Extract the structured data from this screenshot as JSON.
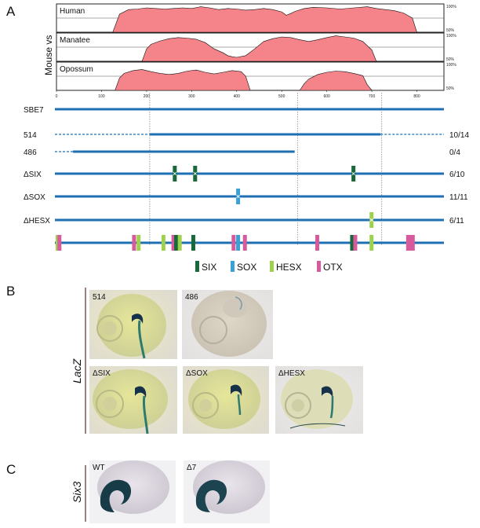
{
  "panels": {
    "a": "A",
    "b": "B",
    "c": "C"
  },
  "panel_a": {
    "ylabel": "Mouse vs",
    "tracks": [
      {
        "name": "Human",
        "pct_top": "100%",
        "pct_bottom": "50%",
        "profile": [
          [
            125,
            50
          ],
          [
            140,
            82
          ],
          [
            160,
            90
          ],
          [
            180,
            91
          ],
          [
            200,
            93
          ],
          [
            220,
            92
          ],
          [
            240,
            91
          ],
          [
            260,
            92
          ],
          [
            280,
            93
          ],
          [
            300,
            92
          ],
          [
            320,
            95
          ],
          [
            340,
            93
          ],
          [
            360,
            90
          ],
          [
            380,
            92
          ],
          [
            400,
            91
          ],
          [
            420,
            89
          ],
          [
            440,
            90
          ],
          [
            460,
            92
          ],
          [
            480,
            90
          ],
          [
            500,
            86
          ],
          [
            510,
            80
          ],
          [
            520,
            83
          ],
          [
            530,
            87
          ],
          [
            550,
            92
          ],
          [
            570,
            94
          ],
          [
            600,
            93
          ],
          [
            630,
            91
          ],
          [
            660,
            93
          ],
          [
            690,
            95
          ],
          [
            710,
            92
          ],
          [
            730,
            90
          ],
          [
            750,
            88
          ],
          [
            770,
            84
          ],
          [
            790,
            75
          ],
          [
            800,
            50
          ]
        ]
      },
      {
        "name": "Manatee",
        "pct_top": "100%",
        "pct_bottom": "50%",
        "profile": [
          [
            190,
            50
          ],
          [
            200,
            72
          ],
          [
            210,
            80
          ],
          [
            230,
            86
          ],
          [
            250,
            90
          ],
          [
            270,
            92
          ],
          [
            290,
            91
          ],
          [
            310,
            89
          ],
          [
            330,
            83
          ],
          [
            350,
            72
          ],
          [
            370,
            65
          ],
          [
            380,
            60
          ],
          [
            390,
            58
          ],
          [
            400,
            57
          ],
          [
            420,
            60
          ],
          [
            440,
            72
          ],
          [
            460,
            85
          ],
          [
            480,
            90
          ],
          [
            500,
            93
          ],
          [
            520,
            92
          ],
          [
            540,
            88
          ],
          [
            560,
            85
          ],
          [
            580,
            88
          ],
          [
            600,
            92
          ],
          [
            620,
            95
          ],
          [
            640,
            93
          ],
          [
            660,
            91
          ],
          [
            680,
            85
          ],
          [
            700,
            70
          ],
          [
            710,
            50
          ]
        ]
      },
      {
        "name": "Opossum",
        "pct_top": "100%",
        "pct_bottom": "50%",
        "profile": [
          [
            130,
            50
          ],
          [
            140,
            72
          ],
          [
            150,
            80
          ],
          [
            170,
            85
          ],
          [
            190,
            87
          ],
          [
            210,
            83
          ],
          [
            230,
            80
          ],
          [
            250,
            78
          ],
          [
            270,
            80
          ],
          [
            290,
            84
          ],
          [
            310,
            86
          ],
          [
            330,
            82
          ],
          [
            350,
            79
          ],
          [
            370,
            82
          ],
          [
            390,
            85
          ],
          [
            410,
            83
          ],
          [
            420,
            75
          ],
          [
            430,
            50
          ],
          [
            440,
            50
          ],
          [
            460,
            50
          ],
          [
            480,
            50
          ],
          [
            500,
            50
          ],
          [
            520,
            50
          ],
          [
            540,
            50
          ],
          [
            550,
            62
          ],
          [
            560,
            70
          ],
          [
            580,
            78
          ],
          [
            600,
            82
          ],
          [
            620,
            84
          ],
          [
            640,
            83
          ],
          [
            660,
            80
          ],
          [
            680,
            76
          ],
          [
            690,
            60
          ],
          [
            700,
            50
          ]
        ]
      }
    ],
    "axis_ticks": [
      0,
      100,
      200,
      300,
      400,
      500,
      600,
      700,
      800
    ],
    "axis_max": 860,
    "constructs": [
      {
        "label": "SBE7",
        "ratio": "",
        "solid": [
          [
            0,
            860
          ]
        ],
        "dashed": []
      },
      {
        "label": "514",
        "ratio": "10/14",
        "solid": [
          [
            210,
            720
          ]
        ],
        "dashed": [
          [
            0,
            210
          ],
          [
            720,
            860
          ]
        ]
      },
      {
        "label": "486",
        "ratio": "0/4",
        "solid": [
          [
            40,
            530
          ]
        ],
        "dashed": [
          [
            0,
            40
          ]
        ]
      },
      {
        "label": "ΔSIX",
        "ratio": "6/10",
        "solid": [
          [
            0,
            860
          ]
        ],
        "dashed": [],
        "sites": [
          {
            "pos": 265,
            "type": "SIX",
            "mut": true
          },
          {
            "pos": 310,
            "type": "SIX",
            "mut": true
          },
          {
            "pos": 660,
            "type": "SIX",
            "mut": true
          }
        ]
      },
      {
        "label": "ΔSOX",
        "ratio": "11/11",
        "solid": [
          [
            0,
            860
          ]
        ],
        "dashed": [],
        "sites": [
          {
            "pos": 405,
            "type": "SOX",
            "mut": true
          }
        ]
      },
      {
        "label": "ΔHESX",
        "ratio": "6/11",
        "solid": [
          [
            0,
            860
          ]
        ],
        "dashed": [],
        "sites": [
          {
            "pos": 700,
            "type": "HESX",
            "mut": true
          }
        ]
      },
      {
        "label": "",
        "ratio": "",
        "solid": [
          [
            0,
            860
          ]
        ],
        "dashed": [],
        "sites": [
          {
            "pos": 6,
            "type": "HESX"
          },
          {
            "pos": 10,
            "type": "OTX"
          },
          {
            "pos": 175,
            "type": "OTX"
          },
          {
            "pos": 185,
            "type": "HESX"
          },
          {
            "pos": 240,
            "type": "HESX"
          },
          {
            "pos": 262,
            "type": "OTX"
          },
          {
            "pos": 268,
            "type": "SIX"
          },
          {
            "pos": 276,
            "type": "HESX"
          },
          {
            "pos": 306,
            "type": "SIX"
          },
          {
            "pos": 395,
            "type": "OTX"
          },
          {
            "pos": 405,
            "type": "SOX"
          },
          {
            "pos": 420,
            "type": "OTX"
          },
          {
            "pos": 580,
            "type": "OTX"
          },
          {
            "pos": 657,
            "type": "SIX"
          },
          {
            "pos": 664,
            "type": "OTX"
          },
          {
            "pos": 700,
            "type": "HESX"
          },
          {
            "pos": 786,
            "type": "OTX",
            "wide": true
          }
        ]
      }
    ],
    "guides": [
      207,
      535,
      722
    ],
    "legend": [
      {
        "key": "SIX",
        "label": "SIX",
        "color": "#17683a"
      },
      {
        "key": "SOX",
        "label": "SOX",
        "color": "#3aa0d6"
      },
      {
        "key": "HESX",
        "label": "HESX",
        "color": "#9ed14d"
      },
      {
        "key": "OTX",
        "label": "OTX",
        "color": "#d65a9c"
      }
    ]
  },
  "panel_b": {
    "side_label": "LacZ",
    "images": [
      {
        "label": "514",
        "stain": "strong"
      },
      {
        "label": "486",
        "stain": "none"
      },
      {
        "label": "ΔSIX",
        "stain": "strong"
      },
      {
        "label": "ΔSOX",
        "stain": "medium"
      },
      {
        "label": "ΔHESX",
        "stain": "medium"
      }
    ]
  },
  "panel_c": {
    "side_label": "Six3",
    "images": [
      {
        "label": "WT"
      },
      {
        "label": "Δ7"
      }
    ]
  },
  "colors": {
    "line": "#1f6fb3",
    "fill": "#f4848a",
    "guide": "#777777",
    "white": "#ffffff"
  }
}
